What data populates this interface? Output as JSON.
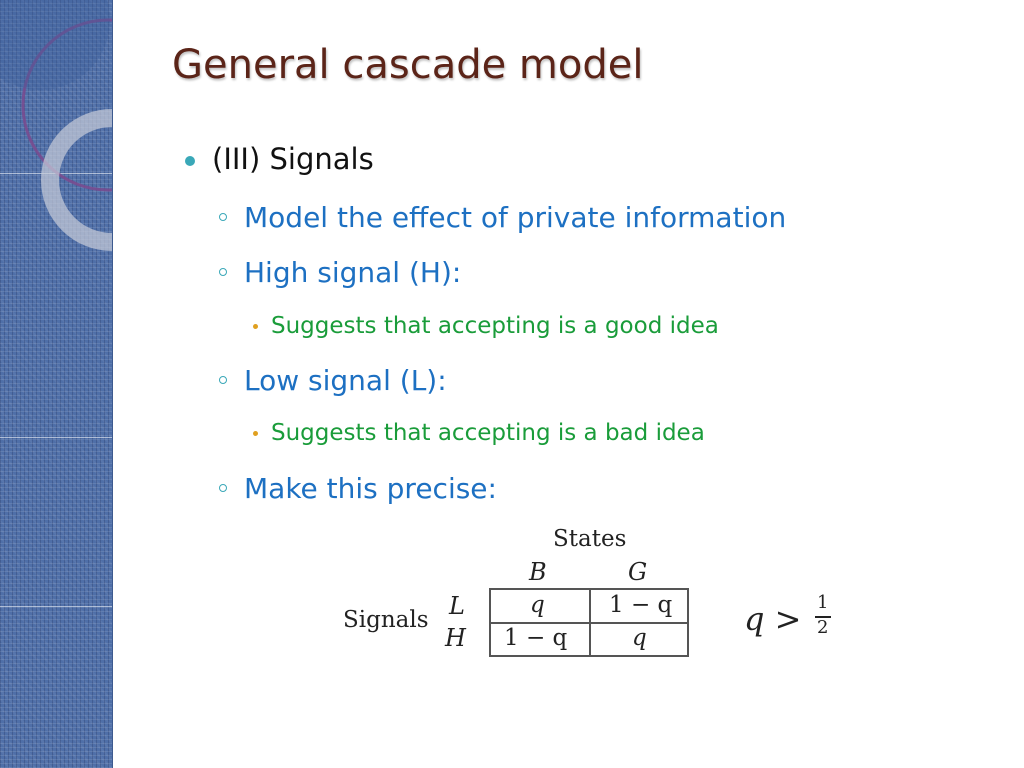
{
  "slide": {
    "title": "General cascade model",
    "bullets": [
      {
        "level": 1,
        "text": "(III) Signals"
      },
      {
        "level": 2,
        "text": "Model the effect of private information"
      },
      {
        "level": 2,
        "text": "High signal (H):"
      },
      {
        "level": 3,
        "text": "Suggests that accepting is a good idea"
      },
      {
        "level": 2,
        "text": "Low signal (L):"
      },
      {
        "level": 3,
        "text": "Suggests that accepting is a bad idea"
      },
      {
        "level": 2,
        "text": "Make this precise:"
      }
    ]
  },
  "table": {
    "states_label": "States",
    "signals_label": "Signals",
    "col_B": "B",
    "col_G": "G",
    "row_L": "L",
    "row_H": "H",
    "cell_LB": "q",
    "cell_LG": "1 − q",
    "cell_HB": "1 − q",
    "cell_HG": "q",
    "condition_lhs": "q >",
    "condition_num": "1",
    "condition_den": "2"
  },
  "colors": {
    "title": "#5b2418",
    "level1_text": "#111111",
    "level2_text": "#1d70c2",
    "level3_text": "#1a9c3a",
    "bullet_teal": "#3aa8b8",
    "bullet_gold": "#e0a020",
    "strip_blue": "#4f6fa8"
  }
}
